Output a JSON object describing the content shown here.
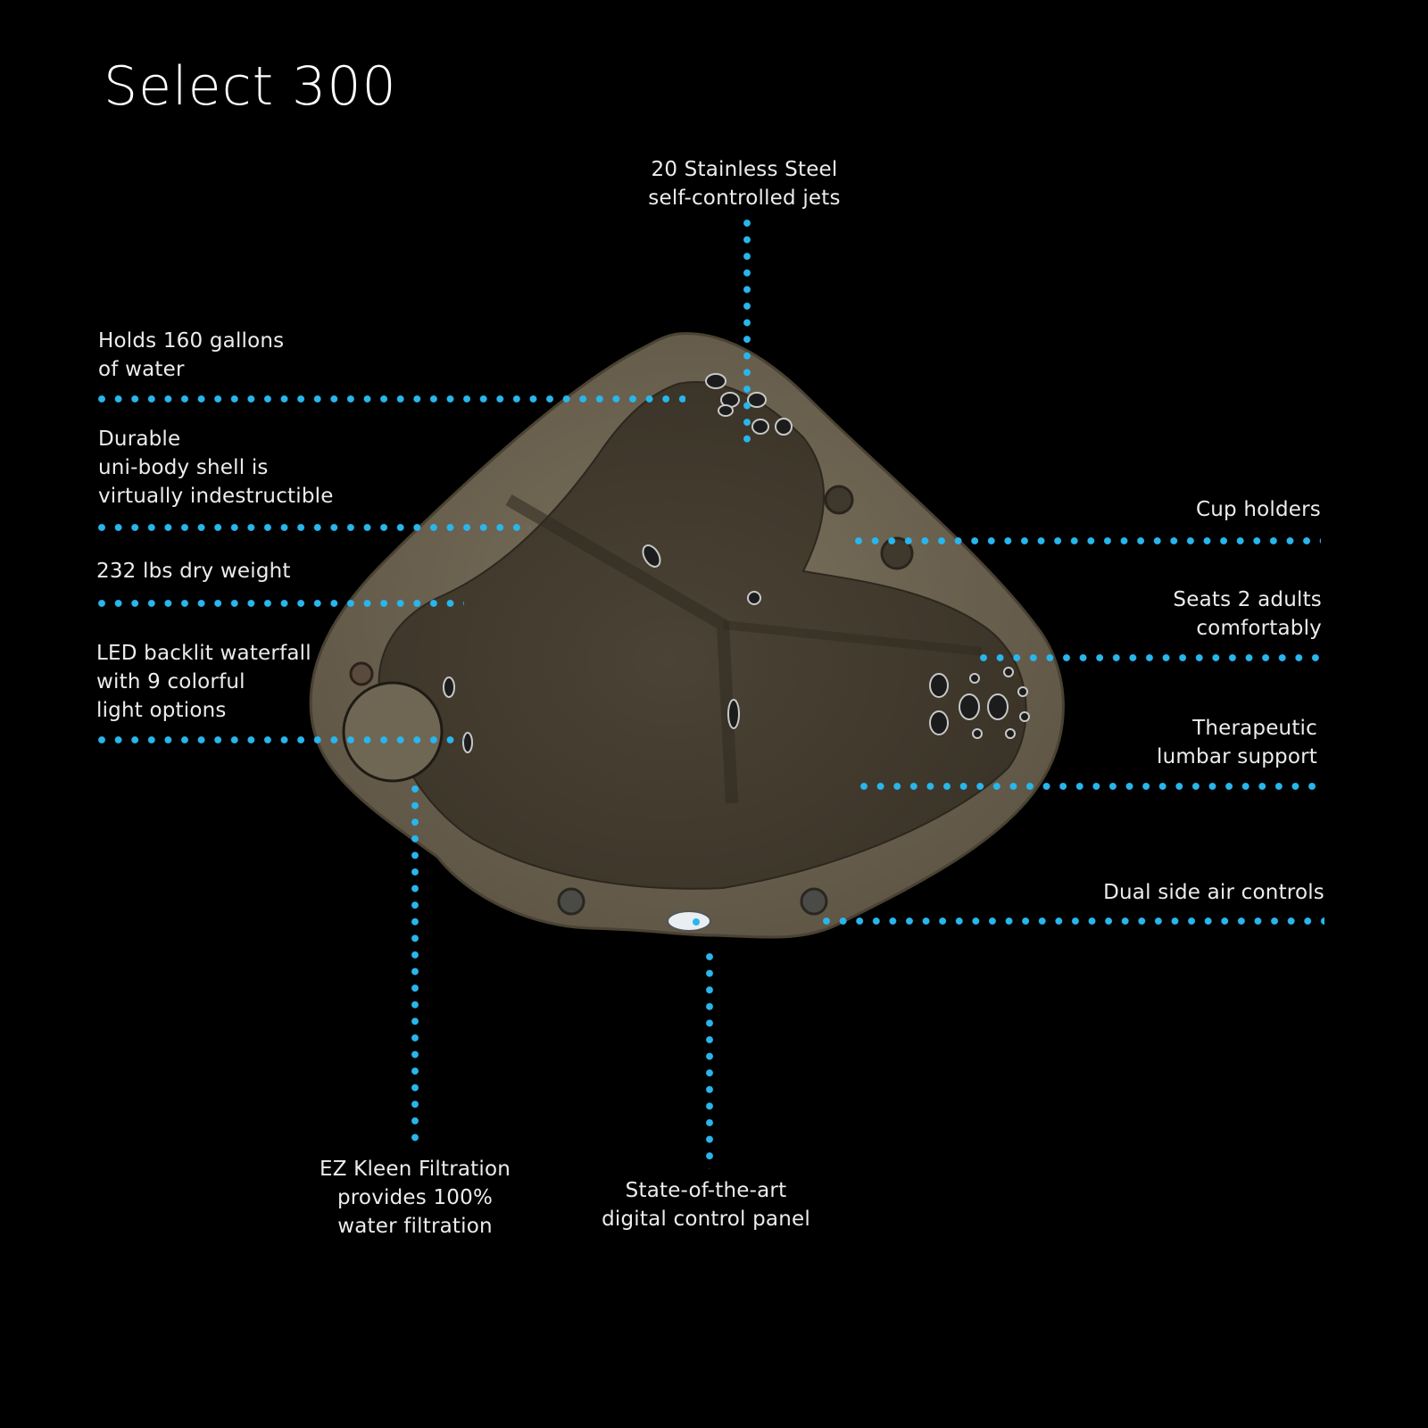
{
  "title": "Select 300",
  "accent_color": "#29b6ec",
  "product_image": {
    "name": "hot-tub-top-view",
    "shell_color": "#6b6251",
    "interior_color": "#4a4234"
  },
  "callouts": {
    "jets": {
      "line1": "20 Stainless Steel",
      "line2": "self-controlled jets"
    },
    "gallons": {
      "line1": "Holds 160 gallons",
      "line2": "of water"
    },
    "shell": {
      "line1": "Durable",
      "line2": "uni-body shell is",
      "line3": "virtually indestructible"
    },
    "weight": {
      "line1": "232 lbs dry weight"
    },
    "led": {
      "line1": "LED backlit waterfall",
      "line2": "with 9 colorful",
      "line3": "light options"
    },
    "cup_holders": {
      "line1": "Cup holders"
    },
    "seats": {
      "line1": "Seats 2 adults",
      "line2": "comfortably"
    },
    "lumbar": {
      "line1": "Therapeutic",
      "line2": "lumbar support"
    },
    "air_controls": {
      "line1": "Dual side air controls"
    },
    "filtration": {
      "line1": "EZ Kleen Filtration",
      "line2": "provides 100%",
      "line3": "water filtration"
    },
    "control_panel": {
      "line1": "State-of-the-art",
      "line2": "digital control panel"
    }
  }
}
